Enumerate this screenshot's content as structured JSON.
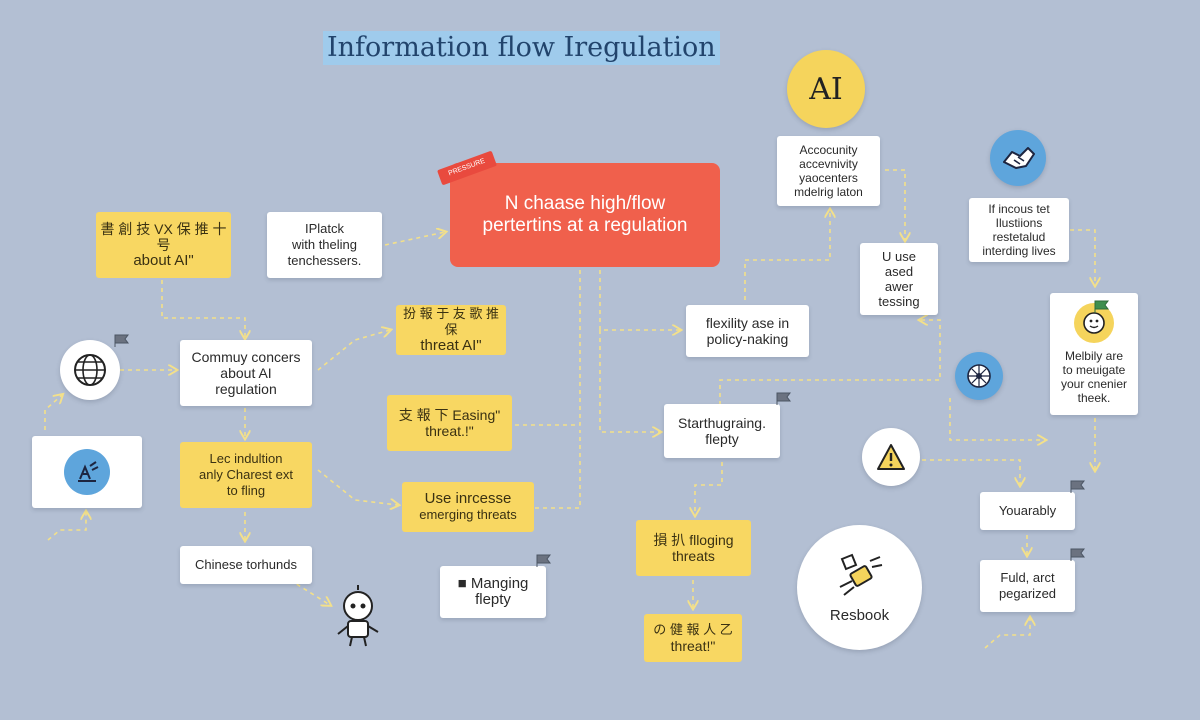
{
  "title": "Information flow Iregulation",
  "center_tag": "PRESSURE",
  "center_node": {
    "line1": "N chaase high/flow",
    "line2": "pertertins at a regulation"
  },
  "ai_badge": "AI",
  "nodes": {
    "about_ai": {
      "line1": "書 創 技 VX 保 推 十 号",
      "line2": "about AI\""
    },
    "iplatek": {
      "line1": "IPlatck",
      "line2": "with theling",
      "line3": "tenchessers."
    },
    "community": {
      "line1": "Commuy concers",
      "line2": "about AI",
      "line3": "regulation"
    },
    "threat_ai": {
      "line1": "扮 報 于 友 歌 推 保",
      "line2": "threat AI\""
    },
    "easing_threat": {
      "line1": "支 報 下 Easing\"",
      "line2": "threat.!\""
    },
    "lec_indultion": {
      "line1": "Lec indultion",
      "line2": "anly Charest ext",
      "line3": "to fling"
    },
    "use_inrcesse": {
      "line1": "Use inrcesse",
      "line2": "emerging threats"
    },
    "chinese": {
      "line1": "Chinese torhunds"
    },
    "flanging": {
      "line1": "■ Manging",
      "line2": "flepty"
    },
    "accountability": {
      "line1": "Accocunity",
      "line2": "accevnivity",
      "line3": "yaocenters",
      "line4": "mdelrig laton"
    },
    "flexility": {
      "line1": "flexility ase in",
      "line2": "policy-naking"
    },
    "u_use": {
      "line1": "U use",
      "line2": "ased",
      "line3": "awer",
      "line4": "tessing"
    },
    "starthugraing": {
      "line1": "Starthugraing.",
      "line2": "flepty"
    },
    "flloging": {
      "line1": "損 扒 flloging",
      "line2": "threats"
    },
    "threat_bottom": {
      "line1": "の 健 報 人 乙",
      "line2": "threat!\""
    },
    "illustrations": {
      "line1": "If incous tet",
      "line2": "Ilustiions",
      "line3": "restetalud",
      "line4": "interding lives"
    },
    "melbility": {
      "line1": "Melbily are",
      "line2": "to meuigate",
      "line3": "your cnenier",
      "line4": "theek."
    },
    "youarably": {
      "line1": "Youarably"
    },
    "fuld_arct": {
      "line1": "Fuld, arct",
      "line2": "pegarized"
    },
    "resbook": {
      "line1": "Resbook"
    }
  },
  "colors": {
    "background": "#b3bfd3",
    "white_node": "#ffffff",
    "yellow_node": "#f8d762",
    "red_node": "#f0604c",
    "title_highlight": "#9fcbec",
    "connector": "#f3e08a",
    "icon_blue": "#5ea5dc",
    "icon_yellow": "#f5d45c"
  },
  "icons": [
    "globe-icon",
    "robot-hand-icon",
    "handshake-icon",
    "face-icon",
    "warning-icon",
    "network-icon",
    "robot-icon",
    "scales-icon",
    "flag-icon"
  ]
}
